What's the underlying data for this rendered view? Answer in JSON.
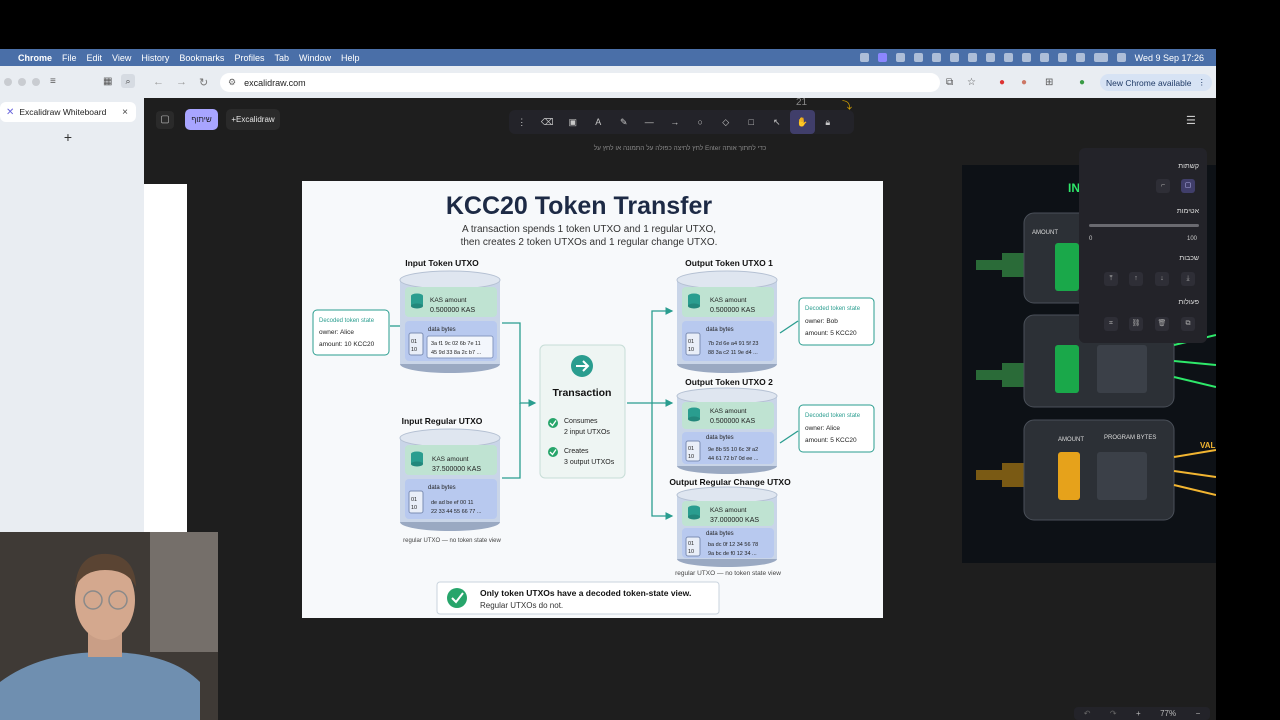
{
  "menubar": {
    "app": "Chrome",
    "items": [
      "File",
      "Edit",
      "View",
      "History",
      "Bookmarks",
      "Profiles",
      "Tab",
      "Window",
      "Help"
    ],
    "clock": "Wed 9 Sep  17:26"
  },
  "browser": {
    "tab_title": "Excalidraw Whiteboard",
    "url": "excalidraw.com",
    "update_button": "New Chrome available"
  },
  "excalidraw": {
    "share_label": "שיתוף",
    "plus_label": "+Excalidraw",
    "hint": "לחץ לחיצה כפולה על התמונה או לחץ על Enter כדי לחתוך אותה",
    "counter": "21",
    "zoom": "77%",
    "props": {
      "stroke": "קשתות",
      "opacity": "אטימות",
      "opacity_min": "0",
      "opacity_max": "100",
      "layers": "שכבות",
      "actions": "פעולות"
    }
  },
  "slide": {
    "title": "KCC20 Token Transfer",
    "subtitle_1": "A transaction spends 1 token UTXO and 1 regular UTXO,",
    "subtitle_2": "then creates 2 token UTXOs and 1 regular change UTXO.",
    "kas_label": "KAS amount",
    "data_label": "data bytes",
    "bits": "01\n10",
    "input_token": {
      "title": "Input Token UTXO",
      "amount": "0.500000 KAS",
      "bytes1": "3a f1 9c 02 6b 7e 11",
      "bytes2": "45 9d 33 8a 2c b7 ..."
    },
    "input_regular": {
      "title": "Input Regular UTXO",
      "amount": "37.500000 KAS",
      "bytes1": "de ad be ef 00 11",
      "bytes2": "22 33 44 55 66 77 ...",
      "note": "regular UTXO — no token state view"
    },
    "decoded_in": {
      "title": "Decoded token state",
      "owner": "owner:  Alice",
      "amount": "amount:  10 KCC20"
    },
    "transaction": {
      "title": "Transaction",
      "consumes_1": "Consumes",
      "consumes_2": "2 input UTXOs",
      "creates_1": "Creates",
      "creates_2": "3 output UTXOs"
    },
    "output_1": {
      "title": "Output Token UTXO 1",
      "amount": "0.500000 KAS",
      "bytes1": "7b 2d 6e a4 91 5f 23",
      "bytes2": "88 3a c2 11 9e d4 ..."
    },
    "output_2": {
      "title": "Output Token UTXO 2",
      "amount": "0.500000 KAS",
      "bytes1": "9e 8b 55 10 6c 3f a2",
      "bytes2": "44 61 72 b7 0d ee ..."
    },
    "output_change": {
      "title": "Output Regular Change UTXO",
      "amount": "37.000000 KAS",
      "bytes1": "ba dc 0f 12 34 56 78",
      "bytes2": "9a bc de f0 12 34 ...",
      "note": "regular UTXO — no token state view"
    },
    "decoded_out1": {
      "title": "Decoded token state",
      "owner": "owner:  Bob",
      "amount": "amount:  5 KCC20"
    },
    "decoded_out2": {
      "title": "Decoded token state",
      "owner": "owner:  Alice",
      "amount": "amount:  5 KCC20"
    },
    "footer_1": "Only token UTXOs have a decoded token-state view.",
    "footer_2": "Regular UTXOs do not."
  },
  "right_image": {
    "headline": "IN",
    "label_amount": "AMOUNT",
    "label_program": "PROGRAM BYTES",
    "val": "VAL"
  },
  "colors": {
    "accent_purple": "#a8a5ff",
    "teal": "#2a9d8f",
    "green_check": "#27a56b"
  }
}
